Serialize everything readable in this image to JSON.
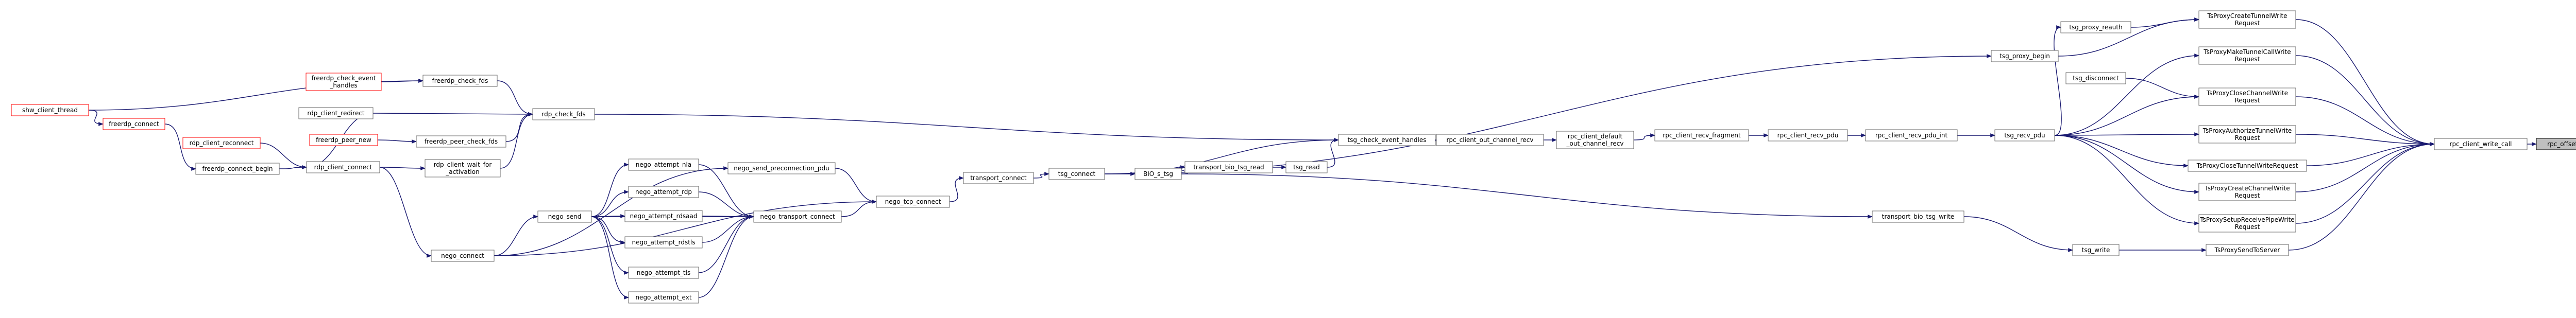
{
  "graph": {
    "colors": {
      "edge": "#191970",
      "node_border": "#666666",
      "node_fill": "#ffffff",
      "focus_fill": "#bfbfbf",
      "focus_border": "#000000",
      "external_border": "#ff0000"
    },
    "nodes": [
      {
        "id": "rpc_offset_pad",
        "lines": [
          "rpc_offset_pad"
        ],
        "kind": "focus"
      },
      {
        "id": "rpc_client_write_call",
        "lines": [
          "rpc_client_write_call"
        ],
        "kind": "normal"
      },
      {
        "id": "TsProxyCreateTunnelWriteRequest",
        "lines": [
          "TsProxyCreateTunnelWrite",
          "Request"
        ],
        "kind": "normal"
      },
      {
        "id": "TsProxyMakeTunnelCallWriteRequest",
        "lines": [
          "TsProxyMakeTunnelCallWrite",
          "Request"
        ],
        "kind": "normal"
      },
      {
        "id": "TsProxyCloseChannelWriteRequest",
        "lines": [
          "TsProxyCloseChannelWrite",
          "Request"
        ],
        "kind": "normal"
      },
      {
        "id": "TsProxyAuthorizeTunnelWriteRequest",
        "lines": [
          "TsProxyAuthorizeTunnelWrite",
          "Request"
        ],
        "kind": "normal"
      },
      {
        "id": "TsProxyCloseTunnelWriteRequest",
        "lines": [
          "TsProxyCloseTunnelWriteRequest"
        ],
        "kind": "normal"
      },
      {
        "id": "TsProxyCreateChannelWriteRequest",
        "lines": [
          "TsProxyCreateChannelWrite",
          "Request"
        ],
        "kind": "normal"
      },
      {
        "id": "TsProxySetupReceivePipeWriteRequest",
        "lines": [
          "TsProxySetupReceivePipeWrite",
          "Request"
        ],
        "kind": "normal"
      },
      {
        "id": "TsProxySendToServer",
        "lines": [
          "TsProxySendToServer"
        ],
        "kind": "normal"
      },
      {
        "id": "tsg_proxy_reauth",
        "lines": [
          "tsg_proxy_reauth"
        ],
        "kind": "normal"
      },
      {
        "id": "tsg_disconnect",
        "lines": [
          "tsg_disconnect"
        ],
        "kind": "normal"
      },
      {
        "id": "tsg_write",
        "lines": [
          "tsg_write"
        ],
        "kind": "normal"
      },
      {
        "id": "tsg_proxy_begin",
        "lines": [
          "tsg_proxy_begin"
        ],
        "kind": "normal"
      },
      {
        "id": "tsg_recv_pdu",
        "lines": [
          "tsg_recv_pdu"
        ],
        "kind": "normal"
      },
      {
        "id": "transport_bio_tsg_write",
        "lines": [
          "transport_bio_tsg_write"
        ],
        "kind": "normal"
      },
      {
        "id": "rpc_client_recv_pdu_int",
        "lines": [
          "rpc_client_recv_pdu_int"
        ],
        "kind": "normal"
      },
      {
        "id": "rpc_client_recv_pdu",
        "lines": [
          "rpc_client_recv_pdu"
        ],
        "kind": "normal"
      },
      {
        "id": "rpc_client_recv_fragment",
        "lines": [
          "rpc_client_recv_fragment"
        ],
        "kind": "normal"
      },
      {
        "id": "rpc_client_default_out_channel_recv",
        "lines": [
          "rpc_client_default",
          "_out_channel_recv"
        ],
        "kind": "normal"
      },
      {
        "id": "rpc_client_out_channel_recv",
        "lines": [
          "rpc_client_out_channel_recv"
        ],
        "kind": "normal"
      },
      {
        "id": "tsg_check_event_handles",
        "lines": [
          "tsg_check_event_handles"
        ],
        "kind": "normal"
      },
      {
        "id": "tsg_read",
        "lines": [
          "tsg_read"
        ],
        "kind": "normal"
      },
      {
        "id": "transport_bio_tsg_read",
        "lines": [
          "transport_bio_tsg_read"
        ],
        "kind": "normal"
      },
      {
        "id": "BIO_s_tsg",
        "lines": [
          "BIO_s_tsg"
        ],
        "kind": "normal"
      },
      {
        "id": "tsg_connect",
        "lines": [
          "tsg_connect"
        ],
        "kind": "normal"
      },
      {
        "id": "transport_connect",
        "lines": [
          "transport_connect"
        ],
        "kind": "normal"
      },
      {
        "id": "nego_tcp_connect",
        "lines": [
          "nego_tcp_connect"
        ],
        "kind": "normal"
      },
      {
        "id": "nego_send_preconnection_pdu",
        "lines": [
          "nego_send_preconnection_pdu"
        ],
        "kind": "normal"
      },
      {
        "id": "nego_transport_connect",
        "lines": [
          "nego_transport_connect"
        ],
        "kind": "normal"
      },
      {
        "id": "nego_attempt_nla",
        "lines": [
          "nego_attempt_nla"
        ],
        "kind": "normal"
      },
      {
        "id": "nego_attempt_rdp",
        "lines": [
          "nego_attempt_rdp"
        ],
        "kind": "normal"
      },
      {
        "id": "nego_attempt_rdsaad",
        "lines": [
          "nego_attempt_rdsaad"
        ],
        "kind": "normal"
      },
      {
        "id": "nego_attempt_rdstls",
        "lines": [
          "nego_attempt_rdstls"
        ],
        "kind": "normal"
      },
      {
        "id": "nego_attempt_tls",
        "lines": [
          "nego_attempt_tls"
        ],
        "kind": "normal"
      },
      {
        "id": "nego_attempt_ext",
        "lines": [
          "nego_attempt_ext"
        ],
        "kind": "normal"
      },
      {
        "id": "nego_send",
        "lines": [
          "nego_send"
        ],
        "kind": "normal"
      },
      {
        "id": "nego_connect",
        "lines": [
          "nego_connect"
        ],
        "kind": "normal"
      },
      {
        "id": "rdp_check_fds",
        "lines": [
          "rdp_check_fds"
        ],
        "kind": "normal"
      },
      {
        "id": "rdp_client_wait_for_activation",
        "lines": [
          "rdp_client_wait_for",
          "_activation"
        ],
        "kind": "normal"
      },
      {
        "id": "rdp_client_redirect",
        "lines": [
          "rdp_client_redirect"
        ],
        "kind": "normal"
      },
      {
        "id": "rdp_client_connect",
        "lines": [
          "rdp_client_connect"
        ],
        "kind": "normal"
      },
      {
        "id": "freerdp_check_fds",
        "lines": [
          "freerdp_check_fds"
        ],
        "kind": "normal"
      },
      {
        "id": "freerdp_peer_check_fds",
        "lines": [
          "freerdp_peer_check_fds"
        ],
        "kind": "normal"
      },
      {
        "id": "freerdp_check_event_handles",
        "lines": [
          "freerdp_check_event",
          "_handles"
        ],
        "kind": "external"
      },
      {
        "id": "freerdp_peer_new",
        "lines": [
          "freerdp_peer_new"
        ],
        "kind": "external"
      },
      {
        "id": "rdp_client_reconnect",
        "lines": [
          "rdp_client_reconnect"
        ],
        "kind": "external"
      },
      {
        "id": "freerdp_connect_begin",
        "lines": [
          "freerdp_connect_begin"
        ],
        "kind": "normal"
      },
      {
        "id": "freerdp_connect",
        "lines": [
          "freerdp_connect"
        ],
        "kind": "external"
      },
      {
        "id": "shw_client_thread",
        "lines": [
          "shw_client_thread"
        ],
        "kind": "external"
      }
    ],
    "edges": [
      [
        "rpc_offset_pad",
        "rpc_client_write_call"
      ],
      [
        "rpc_client_write_call",
        "TsProxyCreateTunnelWriteRequest"
      ],
      [
        "rpc_client_write_call",
        "TsProxyMakeTunnelCallWriteRequest"
      ],
      [
        "rpc_client_write_call",
        "TsProxyCloseChannelWriteRequest"
      ],
      [
        "rpc_client_write_call",
        "TsProxyAuthorizeTunnelWriteRequest"
      ],
      [
        "rpc_client_write_call",
        "TsProxyCloseTunnelWriteRequest"
      ],
      [
        "rpc_client_write_call",
        "TsProxyCreateChannelWriteRequest"
      ],
      [
        "rpc_client_write_call",
        "TsProxySetupReceivePipeWriteRequest"
      ],
      [
        "rpc_client_write_call",
        "TsProxySendToServer"
      ],
      [
        "TsProxyCreateTunnelWriteRequest",
        "tsg_proxy_reauth"
      ],
      [
        "TsProxyCreateTunnelWriteRequest",
        "tsg_proxy_begin"
      ],
      [
        "TsProxyMakeTunnelCallWriteRequest",
        "tsg_recv_pdu"
      ],
      [
        "TsProxyCloseChannelWriteRequest",
        "tsg_disconnect"
      ],
      [
        "TsProxyCloseChannelWriteRequest",
        "tsg_recv_pdu"
      ],
      [
        "TsProxyAuthorizeTunnelWriteRequest",
        "tsg_recv_pdu"
      ],
      [
        "TsProxyCloseTunnelWriteRequest",
        "tsg_recv_pdu"
      ],
      [
        "TsProxyCreateChannelWriteRequest",
        "tsg_recv_pdu"
      ],
      [
        "TsProxySetupReceivePipeWriteRequest",
        "tsg_recv_pdu"
      ],
      [
        "TsProxySendToServer",
        "tsg_write"
      ],
      [
        "tsg_proxy_reauth",
        "tsg_recv_pdu"
      ],
      [
        "tsg_write",
        "transport_bio_tsg_write"
      ],
      [
        "tsg_proxy_begin",
        "tsg_connect"
      ],
      [
        "tsg_recv_pdu",
        "rpc_client_recv_pdu_int"
      ],
      [
        "rpc_client_recv_pdu_int",
        "rpc_client_recv_pdu"
      ],
      [
        "rpc_client_recv_pdu",
        "rpc_client_recv_fragment"
      ],
      [
        "rpc_client_recv_fragment",
        "rpc_client_default_out_channel_recv"
      ],
      [
        "rpc_client_default_out_channel_recv",
        "rpc_client_out_channel_recv"
      ],
      [
        "rpc_client_out_channel_recv",
        "tsg_check_event_handles"
      ],
      [
        "tsg_check_event_handles",
        "rdp_check_fds"
      ],
      [
        "tsg_check_event_handles",
        "tsg_connect"
      ],
      [
        "tsg_check_event_handles",
        "tsg_read"
      ],
      [
        "tsg_read",
        "transport_bio_tsg_read"
      ],
      [
        "transport_bio_tsg_read",
        "BIO_s_tsg"
      ],
      [
        "transport_bio_tsg_write",
        "BIO_s_tsg"
      ],
      [
        "BIO_s_tsg",
        "tsg_connect"
      ],
      [
        "tsg_connect",
        "transport_connect"
      ],
      [
        "transport_connect",
        "nego_tcp_connect"
      ],
      [
        "nego_tcp_connect",
        "nego_send_preconnection_pdu"
      ],
      [
        "nego_tcp_connect",
        "nego_transport_connect"
      ],
      [
        "nego_tcp_connect",
        "nego_connect"
      ],
      [
        "nego_send_preconnection_pdu",
        "nego_connect"
      ],
      [
        "nego_transport_connect",
        "nego_attempt_nla"
      ],
      [
        "nego_transport_connect",
        "nego_attempt_rdp"
      ],
      [
        "nego_transport_connect",
        "nego_attempt_rdsaad"
      ],
      [
        "nego_transport_connect",
        "nego_attempt_rdstls"
      ],
      [
        "nego_transport_connect",
        "nego_attempt_tls"
      ],
      [
        "nego_transport_connect",
        "nego_attempt_ext"
      ],
      [
        "nego_transport_connect",
        "nego_send"
      ],
      [
        "nego_attempt_nla",
        "nego_send"
      ],
      [
        "nego_attempt_rdp",
        "nego_send"
      ],
      [
        "nego_attempt_rdsaad",
        "nego_send"
      ],
      [
        "nego_attempt_rdstls",
        "nego_send"
      ],
      [
        "nego_attempt_tls",
        "nego_send"
      ],
      [
        "nego_attempt_ext",
        "nego_send"
      ],
      [
        "nego_send",
        "nego_connect"
      ],
      [
        "nego_connect",
        "rdp_client_connect"
      ],
      [
        "rdp_check_fds",
        "rdp_client_redirect"
      ],
      [
        "rdp_check_fds",
        "freerdp_check_fds"
      ],
      [
        "rdp_check_fds",
        "freerdp_peer_check_fds"
      ],
      [
        "rdp_check_fds",
        "rdp_client_wait_for_activation"
      ],
      [
        "rdp_client_wait_for_activation",
        "rdp_client_connect"
      ],
      [
        "rdp_client_redirect",
        "rdp_client_connect"
      ],
      [
        "freerdp_check_fds",
        "freerdp_check_event_handles"
      ],
      [
        "freerdp_check_fds",
        "shw_client_thread"
      ],
      [
        "freerdp_peer_check_fds",
        "freerdp_peer_new"
      ],
      [
        "rdp_client_connect",
        "rdp_client_reconnect"
      ],
      [
        "rdp_client_connect",
        "freerdp_connect_begin"
      ],
      [
        "freerdp_connect_begin",
        "freerdp_connect"
      ],
      [
        "freerdp_connect",
        "shw_client_thread"
      ]
    ]
  }
}
